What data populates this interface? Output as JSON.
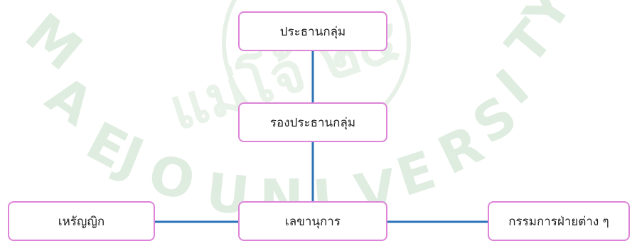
{
  "background": {
    "watermark": {
      "letters": [
        "M",
        "A",
        "E",
        "J",
        "O",
        "U",
        "N",
        "I",
        "V",
        "E",
        "R",
        "S",
        "I",
        "T",
        "Y"
      ],
      "script_glyphs": "แม่โจ้ ๒๕",
      "color": "#dfece0"
    }
  },
  "org_chart": {
    "border_color": "#dd84d8",
    "line_color": "#2a73b8",
    "nodes": [
      {
        "id": "chair",
        "label": "ประธานกลุ่ม"
      },
      {
        "id": "vice",
        "label": "รองประธานกลุ่ม"
      },
      {
        "id": "secretary",
        "label": "เลขานุการ"
      },
      {
        "id": "treasurer",
        "label": "เหรัญญิก"
      },
      {
        "id": "committee",
        "label": "กรรมการฝ่ายต่าง ๆ"
      }
    ],
    "edges": [
      {
        "from": "chair",
        "to": "vice"
      },
      {
        "from": "vice",
        "to": "secretary"
      },
      {
        "from": "secretary",
        "to": "treasurer"
      },
      {
        "from": "secretary",
        "to": "committee"
      }
    ]
  }
}
